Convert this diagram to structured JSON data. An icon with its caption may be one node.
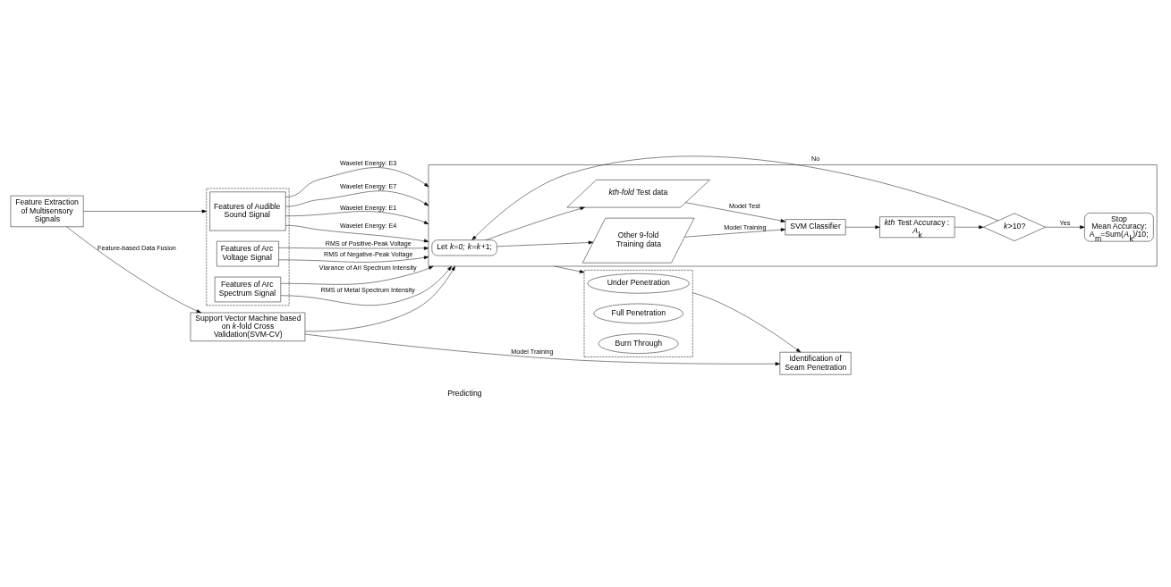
{
  "diagram": {
    "nodes": [
      {
        "text": [
          "Feature Extraction of Multisensory Signals"
        ]
      },
      {
        "text": [
          "Support Vector Machine based on *k*-fold Cross Validation(SVM-CV)"
        ]
      },
      {
        "text": [
          "Identification of Seam Penetration"
        ]
      },
      {
        "text": [],
        "shape": "box"
      },
      {
        "text": [
          "Features of Audible Sound Signal"
        ],
        "in": 3
      },
      {
        "text": [
          "Features of Arc Voltage Signal"
        ],
        "in": 3
      },
      {
        "text": [
          "Features of Arc Spectrum Signal"
        ],
        "in": 3
      },
      {
        "text": [],
        "shape": "box"
      },
      {
        "text": [
          "Other 9-fold Training data"
        ],
        "in": 7
      },
      {
        "text": [
          "SVM Classifier"
        ],
        "in": 7
      },
      {
        "text": [
          "Let *k=0;* *k*=*k*+1;"
        ],
        "in": 7
      },
      {
        "text": [
          "*kth-fold* Test data"
        ],
        "in": 7
      },
      {
        "text": [
          "*kth* Test Accuracy : *A*$_{k}$"
        ],
        "in": 7
      },
      {
        "text": [
          "*k*>10?"
        ],
        "in": 7
      },
      {
        "text": [
          "Stop",
          "Mean Accuracy: A$_{m}$=Sum(*A*$_{k}$)/10;"
        ],
        "in": 7
      },
      {
        "text": [],
        "shape": "box"
      },
      {
        "text": [
          "Under Penetration"
        ],
        "in": 15
      },
      {
        "text": [
          "Full Penetration"
        ],
        "in": 15
      },
      {
        "text": [
          "Burn Through"
        ],
        "in": 15
      }
    ],
    "edges": [
      {
        "from": 0,
        "to": 1,
        "arrow": "to",
        "label": "Feature-based Data Fusion"
      },
      {
        "from": 1,
        "to": 2,
        "arrow": "to",
        "label": "Model Training"
      },
      {
        "from": 0,
        "to": 3,
        "arrow": "to"
      },
      {
        "from": 1,
        "to": 7,
        "arrow": "to"
      },
      {
        "from": 7,
        "to": 15,
        "arrow": "to"
      },
      {
        "from": 15,
        "to": 2,
        "arrow": "to"
      },
      {
        "from": 4,
        "to": 7,
        "arrow": "to",
        "label": "Wavelet Energy: E3"
      },
      {
        "from": 4,
        "to": 7,
        "arrow": "to",
        "label": "Wavelet Energy: E7"
      },
      {
        "from": 4,
        "to": 7,
        "arrow": "to",
        "label": "Wavelet Energy: E1"
      },
      {
        "from": 4,
        "to": 7,
        "arrow": "to",
        "label": "Wavelet Energy: E4"
      },
      {
        "from": 5,
        "to": 7,
        "arrow": "to",
        "label": "RMS of Positive-Peak Voltage"
      },
      {
        "from": 5,
        "to": 7,
        "arrow": "to",
        "label": "RMS of Negative-Peak Voltage"
      },
      {
        "from": 6,
        "to": 7,
        "arrow": "to",
        "label": "Viarance of ArI Spectrum Intensity"
      },
      {
        "from": 6,
        "to": 7,
        "arrow": "to",
        "label": "RMS of Metal Spectrum Intensity"
      },
      {
        "from": 10,
        "to": 8,
        "arrow": "to"
      },
      {
        "from": 8,
        "to": 9,
        "arrow": "to",
        "label": "Model Training"
      },
      {
        "from": 10,
        "to": 11,
        "arrow": "to"
      },
      {
        "from": 11,
        "to": 9,
        "arrow": "to",
        "label": "Model Test"
      },
      {
        "from": 9,
        "to": 12,
        "arrow": "to"
      },
      {
        "from": 12,
        "to": 13,
        "arrow": "to"
      },
      {
        "from": 13,
        "to": 10,
        "arrow": "to",
        "label": "No"
      },
      {
        "from": 13,
        "to": 14,
        "arrow": "to",
        "label": "Yes"
      }
    ],
    "labels": [
      "Predicting"
    ]
  }
}
